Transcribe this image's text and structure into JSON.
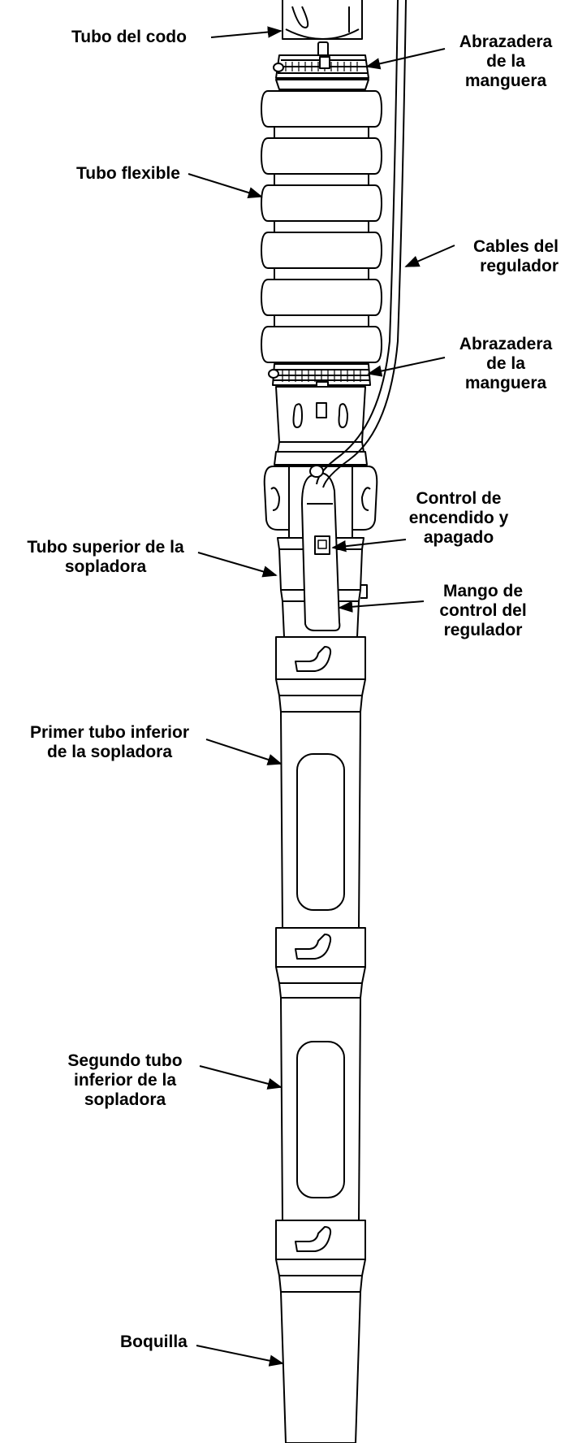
{
  "colors": {
    "ink": "#000000",
    "paper": "#ffffff"
  },
  "labels": {
    "tubo_del_codo": [
      "Tubo del codo"
    ],
    "abrazadera_superior": [
      "Abrazadera",
      "de la",
      "manguera"
    ],
    "tubo_flexible": [
      "Tubo flexible"
    ],
    "cables_del_regulador": [
      "Cables del",
      "regulador"
    ],
    "abrazadera_inferior": [
      "Abrazadera",
      "de la",
      "manguera"
    ],
    "control_encendido": [
      "Control de",
      "encendido y",
      "apagado"
    ],
    "tubo_superior": [
      "Tubo superior de la",
      "sopladora"
    ],
    "mango_control": [
      "Mango de",
      "control del",
      "regulador"
    ],
    "primer_tubo_inferior": [
      "Primer tubo inferior",
      "de la sopladora"
    ],
    "segundo_tubo_inferior": [
      "Segundo tubo",
      "inferior de la",
      "sopladora"
    ],
    "boquilla": [
      "Boquilla"
    ]
  }
}
